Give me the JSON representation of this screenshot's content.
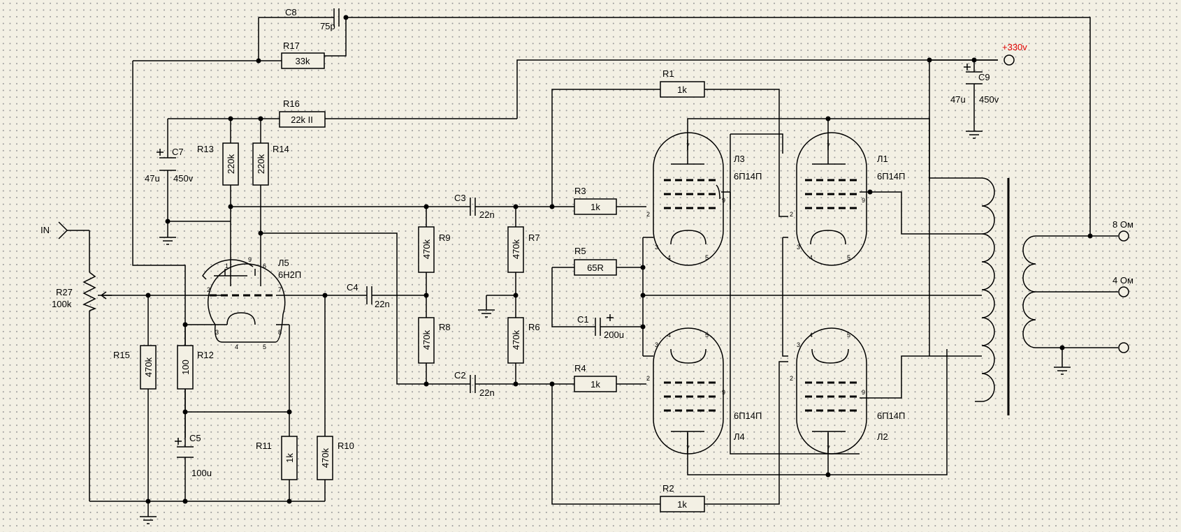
{
  "components": {
    "C8": {
      "ref": "C8",
      "value": "75p"
    },
    "R17": {
      "ref": "R17",
      "value": "33k"
    },
    "R16": {
      "ref": "R16",
      "value": "22k II"
    },
    "R1": {
      "ref": "R1",
      "value": "1k"
    },
    "R2": {
      "ref": "R2",
      "value": "1k"
    },
    "R3": {
      "ref": "R3",
      "value": "1k"
    },
    "R4": {
      "ref": "R4",
      "value": "1k"
    },
    "R5": {
      "ref": "R5",
      "value": "65R"
    },
    "R6": {
      "ref": "R6",
      "value": "470k"
    },
    "R7": {
      "ref": "R7",
      "value": "470k"
    },
    "R8": {
      "ref": "R8",
      "value": "470k"
    },
    "R9": {
      "ref": "R9",
      "value": "470k"
    },
    "R10": {
      "ref": "R10",
      "value": "470k"
    },
    "R11": {
      "ref": "R11",
      "value": "1k"
    },
    "R12": {
      "ref": "R12",
      "value": "100"
    },
    "R13": {
      "ref": "R13",
      "value": "220k"
    },
    "R14": {
      "ref": "R14",
      "value": "220k"
    },
    "R15": {
      "ref": "R15",
      "value": "470k"
    },
    "R27": {
      "ref": "R27",
      "value": "100k"
    },
    "C1": {
      "ref": "C1",
      "value": "200u"
    },
    "C2": {
      "ref": "C2",
      "value": "22n"
    },
    "C3": {
      "ref": "C3",
      "value": "22n"
    },
    "C4": {
      "ref": "C4",
      "value": "22n"
    },
    "C5": {
      "ref": "C5",
      "value": "100u"
    },
    "C7": {
      "ref": "C7",
      "value1": "47u",
      "value2": "450v"
    },
    "C9": {
      "ref": "C9",
      "value1": "47u",
      "value2": "450v"
    },
    "L1": {
      "ref": "Л1",
      "type": "6П14П"
    },
    "L2": {
      "ref": "Л2",
      "type": "6П14П"
    },
    "L3": {
      "ref": "Л3",
      "type": "6П14П"
    },
    "L4": {
      "ref": "Л4",
      "type": "6П14П"
    },
    "L5": {
      "ref": "Л5",
      "type": "6Н2П"
    }
  },
  "ports": {
    "input": "IN",
    "supply": "+330v",
    "out8": "8 Ом",
    "out4": "4 Ом"
  },
  "pins": {
    "p1": "1",
    "p2": "2",
    "p3": "3",
    "p4": "4",
    "p5": "5",
    "p6": "6",
    "p7": "7",
    "p8": "8",
    "p9": "9"
  },
  "colors": {
    "wire": "#000000",
    "supply_label": "#e00000",
    "background": "#f3f0e4",
    "grid_dot": "#9a9a9a"
  }
}
